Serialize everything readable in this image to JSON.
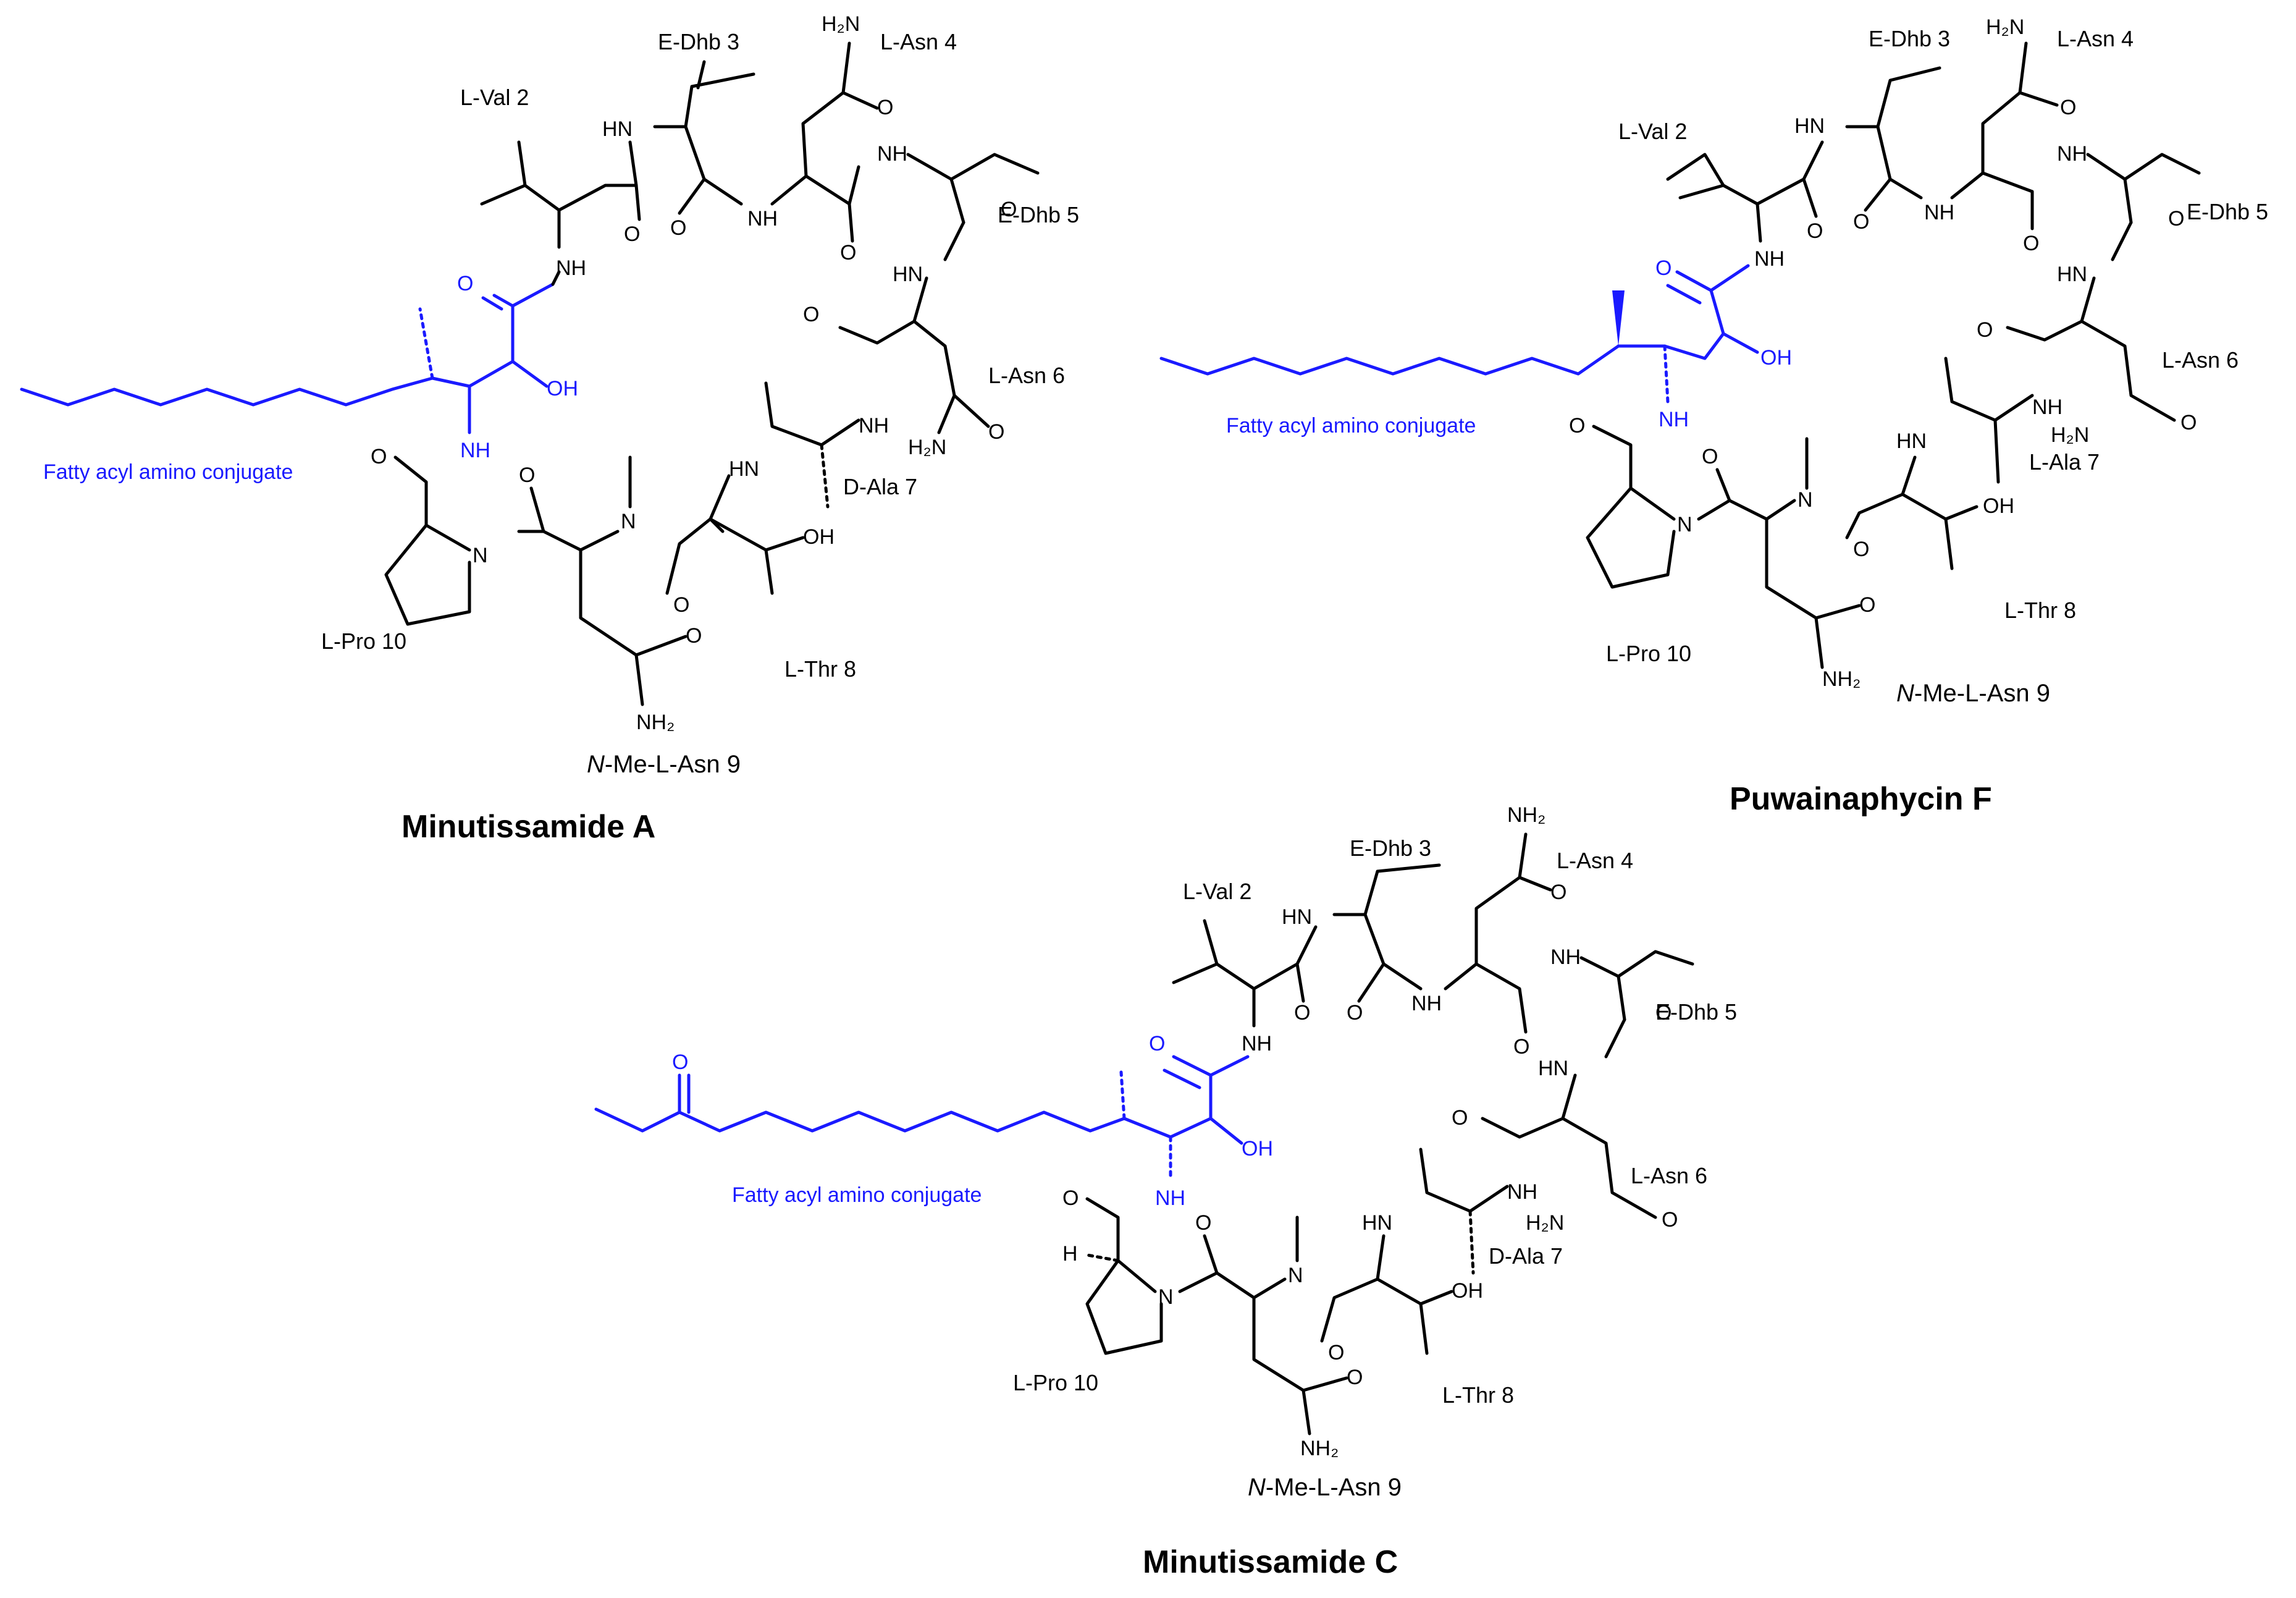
{
  "molecules": [
    {
      "title": "Minutissamide A",
      "conjugate_label": "Fatty acyl amino conjugate",
      "residues": {
        "val2": "L-Val 2",
        "dhb3": "E-Dhb 3",
        "asn4": "L-Asn 4",
        "dhb5": "E-Dhb 5",
        "asn6": "L-Asn 6",
        "ala7": "D-Ala 7",
        "thr8": "L-Thr 8",
        "nmeasn9_italic": "N",
        "nmeasn9_rest": "-Me-L-Asn 9",
        "pro10": "L-Pro 10"
      }
    },
    {
      "title": "Puwainaphycin F",
      "conjugate_label": "Fatty acyl amino conjugate",
      "residues": {
        "val2": "L-Val 2",
        "dhb3": "E-Dhb 3",
        "asn4": "L-Asn 4",
        "dhb5": "E-Dhb 5",
        "asn6": "L-Asn 6",
        "ala7": "L-Ala 7",
        "thr8": "L-Thr 8",
        "nmeasn9_italic": "N",
        "nmeasn9_rest": "-Me-L-Asn 9",
        "pro10": "L-Pro 10"
      }
    },
    {
      "title": "Minutissamide C",
      "conjugate_label": "Fatty acyl amino conjugate",
      "residues": {
        "val2": "L-Val 2",
        "dhb3": "E-Dhb 3",
        "asn4": "L-Asn 4",
        "dhb5": "E-Dhb 5",
        "asn6": "L-Asn 6",
        "ala7": "D-Ala 7",
        "thr8": "L-Thr 8",
        "nmeasn9_italic": "N",
        "nmeasn9_rest": "-Me-L-Asn 9",
        "pro10": "L-Pro 10"
      }
    }
  ],
  "atoms": {
    "NH": "NH",
    "HN": "HN",
    "N": "N",
    "O": "O",
    "OH": "OH",
    "H2N": "H₂N",
    "NH2": "NH₂",
    "H": "H"
  },
  "colors": {
    "conjugate": "#1a1aff",
    "backbone": "#000000"
  }
}
